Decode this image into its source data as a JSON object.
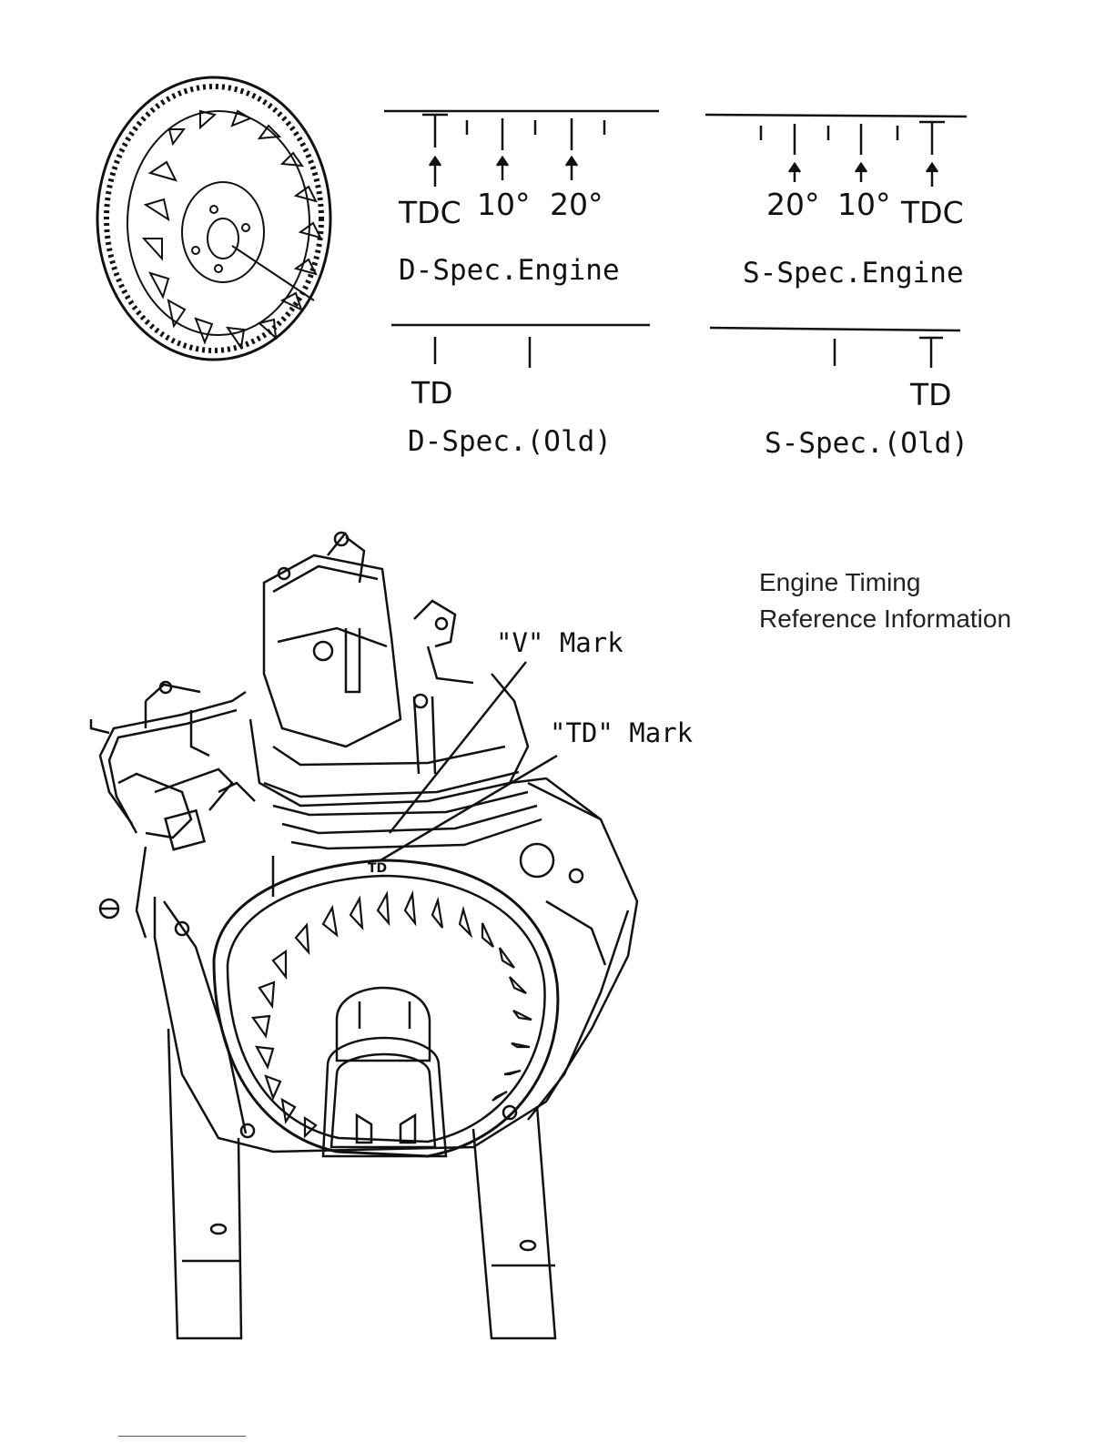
{
  "scales": {
    "d_spec": {
      "labels": [
        "TDC",
        "10°",
        "20°"
      ],
      "name": "D-Spec.Engine"
    },
    "s_spec": {
      "labels": [
        "20°",
        "10°",
        "TDC"
      ],
      "name": "S-Spec.Engine"
    },
    "d_spec_old": {
      "label": "TD",
      "name": "D-Spec.(Old)"
    },
    "s_spec_old": {
      "label": "TD",
      "name": "S-Spec.(Old)"
    }
  },
  "engine": {
    "v_mark": "\"V\" Mark",
    "td_mark": "\"TD\" Mark",
    "flywheel_td": "TD"
  },
  "note": {
    "line1": "Engine Timing",
    "line2": "Reference Information"
  },
  "colors": {
    "ink": "#111111",
    "link": "#3b4fd8"
  }
}
